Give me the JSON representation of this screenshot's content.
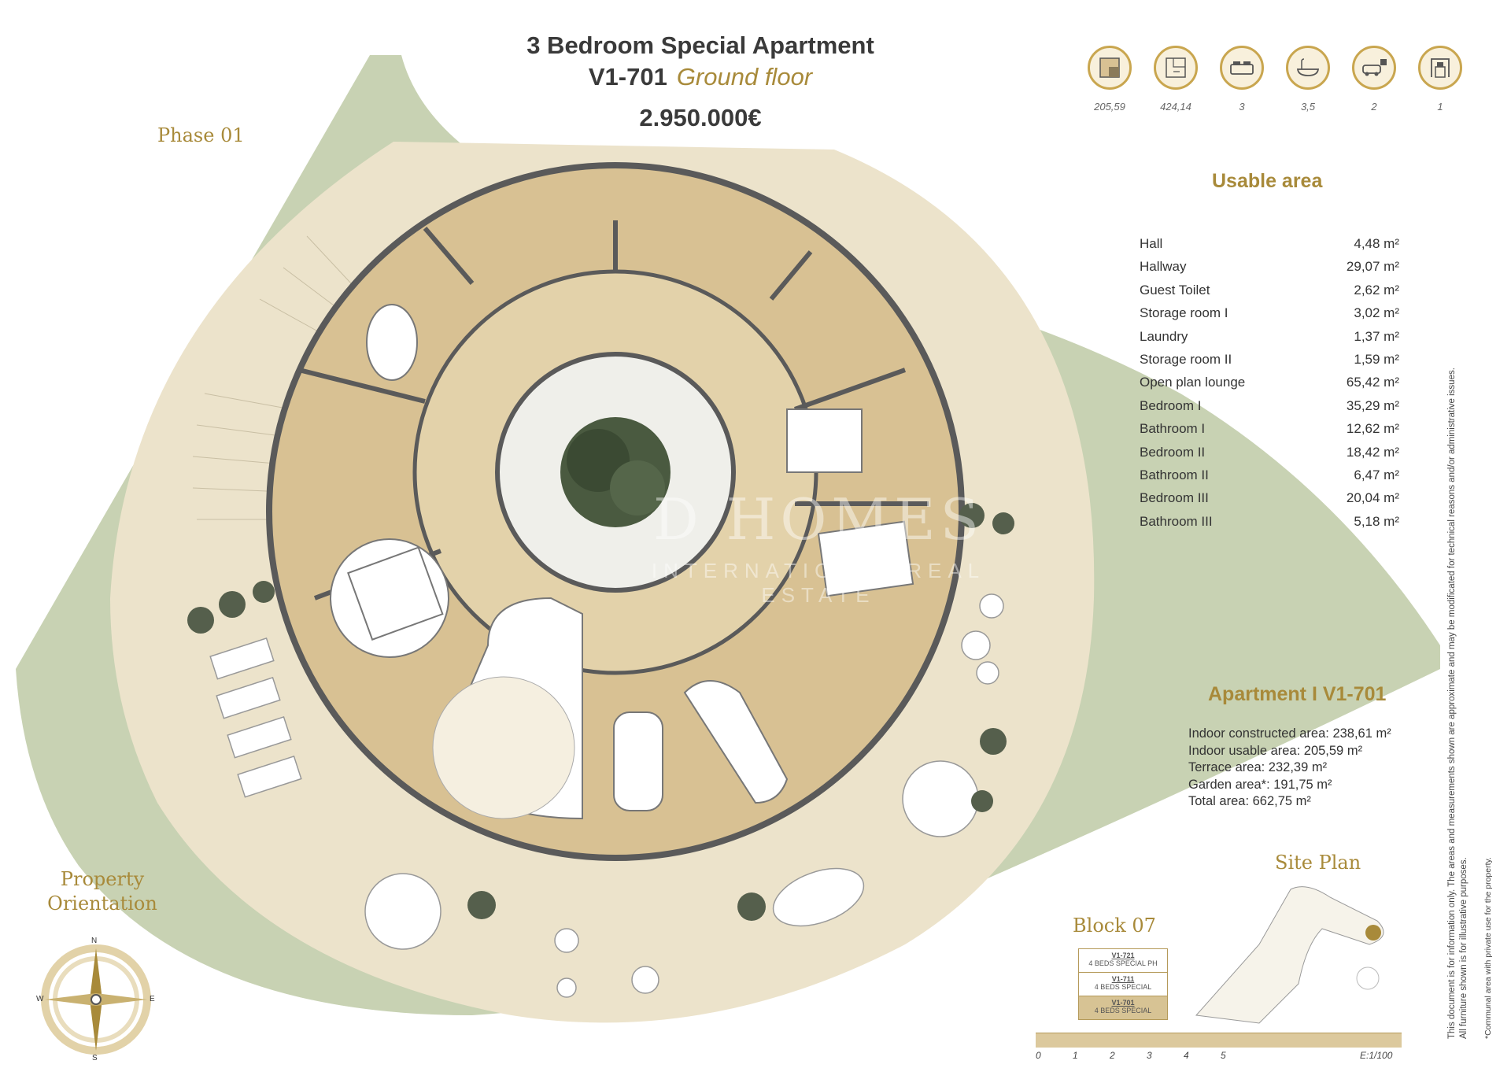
{
  "header": {
    "title": "3 Bedroom Special Apartment",
    "unit_code": "V1-701",
    "floor": "Ground floor",
    "price": "2.950.000€"
  },
  "phase_label": "Phase 01",
  "summary_icons": [
    {
      "icon": "usable-area-icon",
      "value": "205,59"
    },
    {
      "icon": "total-area-icon",
      "value": "424,14"
    },
    {
      "icon": "bedroom-icon",
      "value": "3"
    },
    {
      "icon": "bathroom-icon",
      "value": "3,5"
    },
    {
      "icon": "parking-icon",
      "value": "2"
    },
    {
      "icon": "storage-icon",
      "value": "1"
    }
  ],
  "usable_area": {
    "title": "Usable area",
    "rooms": [
      {
        "name": "Hall",
        "area": "4,48 m²"
      },
      {
        "name": "Hallway",
        "area": "29,07 m²"
      },
      {
        "name": "Guest Toilet",
        "area": "2,62 m²"
      },
      {
        "name": "Storage room I",
        "area": "3,02 m²"
      },
      {
        "name": "Laundry",
        "area": "1,37 m²"
      },
      {
        "name": "Storage room II",
        "area": "1,59 m²"
      },
      {
        "name": "Open plan lounge",
        "area": "65,42 m²"
      },
      {
        "name": "Bedroom I",
        "area": "35,29 m²"
      },
      {
        "name": "Bathroom I",
        "area": "12,62 m²"
      },
      {
        "name": "Bedroom II",
        "area": "18,42 m²"
      },
      {
        "name": "Bathroom II",
        "area": "6,47 m²"
      },
      {
        "name": "Bedroom III",
        "area": "20,04 m²"
      },
      {
        "name": "Bathroom III",
        "area": "5,18 m²"
      }
    ]
  },
  "apartment": {
    "title": "Apartment I V1-701",
    "details": [
      "Indoor constructed area: 238,61  m²",
      "Indoor usable area: 205,59 m²",
      "Terrace area: 232,39 m²",
      "Garden area*: 191,75 m²",
      "Total area: 662,75 m²"
    ]
  },
  "orientation": {
    "label_line1": "Property",
    "label_line2": "Orientation",
    "n": "N",
    "s": "S",
    "e": "E",
    "w": "W"
  },
  "site_plan": {
    "title": "Site Plan"
  },
  "block": {
    "title": "Block 07",
    "units": [
      {
        "code": "V1-721",
        "desc": "4 BEDS SPECIAL PH",
        "selected": false
      },
      {
        "code": "V1-711",
        "desc": "4 BEDS SPECIAL",
        "selected": false
      },
      {
        "code": "V1-701",
        "desc": "4 BEDS SPECIAL",
        "selected": true
      }
    ]
  },
  "scale": {
    "ticks": [
      "0",
      "1",
      "2",
      "3",
      "4",
      "5"
    ],
    "ratio": "E:1/100"
  },
  "legal": {
    "line1": "This document is for information only. The areas and measurements shown are approximate and may be modificated for technical reasons and/or administrative issues.",
    "line2": "All furniture shown is for illustrative purposes.",
    "line3": "*Communal area with private use for the property."
  },
  "watermark": {
    "main": "D HOMES",
    "sub": "INTERNATIONAL REAL ESTATE"
  },
  "colors": {
    "gold": "#a88a3a",
    "interior": "#d8c193",
    "terrace": "#ece3cb",
    "garden": "#c8d2b3",
    "wall": "#5a5a5a"
  }
}
